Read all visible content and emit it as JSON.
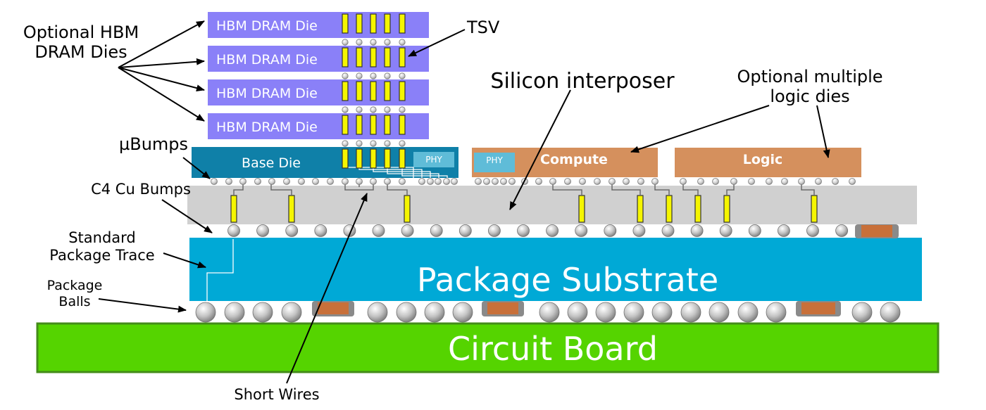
{
  "labels": {
    "optional_hbm": [
      "Optional HBM",
      "DRAM Dies"
    ],
    "tsv": "TSV",
    "silicon_interposer": "Silicon interposer",
    "optional_logic": [
      "Optional multiple",
      "logic dies"
    ],
    "ubumps": "µBumps",
    "c4_bumps": "C4 Cu Bumps",
    "standard_trace": [
      "Standard",
      "Package Trace"
    ],
    "package_balls": [
      "Package",
      "Balls"
    ],
    "short_wires": "Short Wires"
  },
  "dies": {
    "hbm": [
      "HBM DRAM Die",
      "HBM DRAM Die",
      "HBM DRAM Die",
      "HBM DRAM Die"
    ],
    "base": "Base Die",
    "base_phy": "PHY",
    "compute": "Compute",
    "compute_phy": "PHY",
    "logic": "Logic"
  },
  "substrate": "Package Substrate",
  "board": "Circuit Board",
  "colors": {
    "hbm": "#8a80f8",
    "base": "#0f80a8",
    "phy": "#5fbcd8",
    "logic": "#d5905d",
    "tsv": "#f5f500",
    "interposer": "#d0d0d0",
    "substrate": "#00a9d6",
    "board": "#55d400",
    "board_border": "#448c1a",
    "capacitor": "#c8703a"
  }
}
